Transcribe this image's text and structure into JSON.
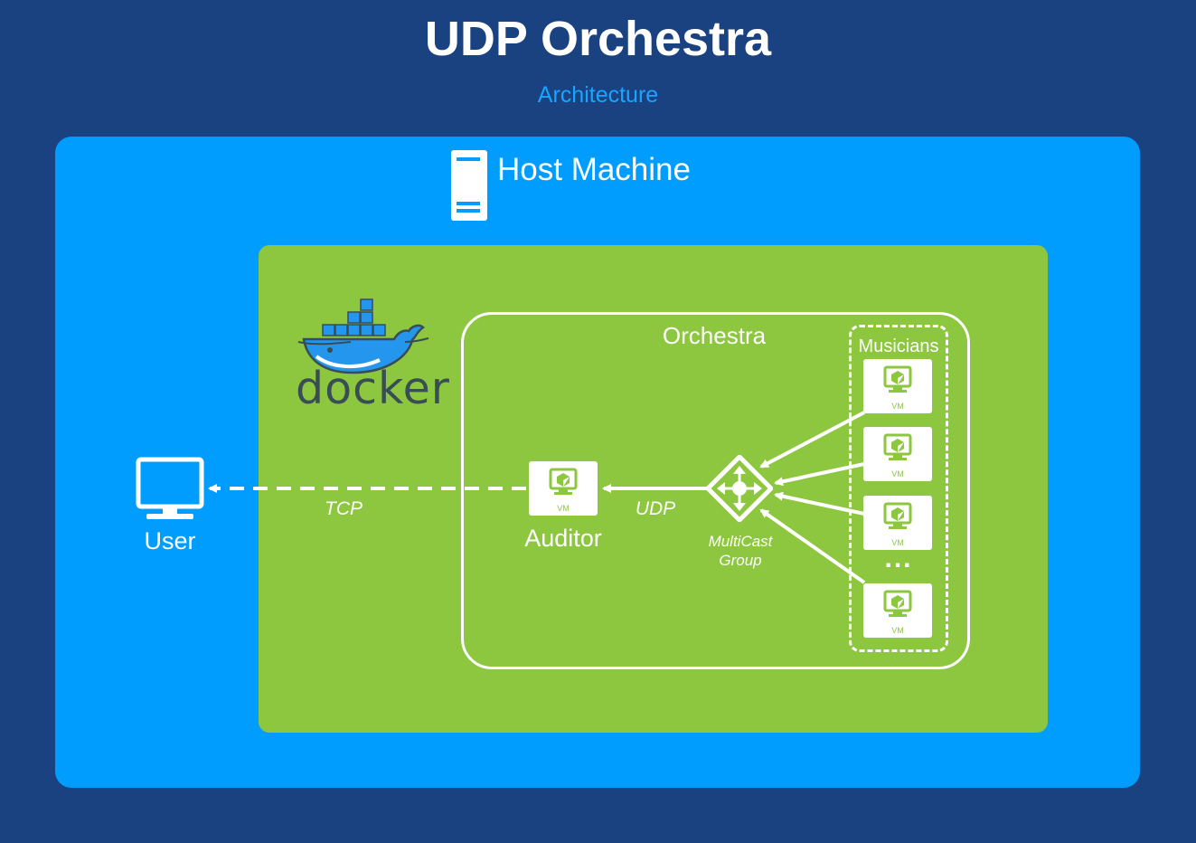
{
  "title": "UDP Orchestra",
  "subtitle": "Architecture",
  "host": {
    "label": "Host Machine",
    "icon": "server-icon"
  },
  "docker": {
    "label": "docker",
    "icon": "docker-whale-icon"
  },
  "orchestra": {
    "label": "Orchestra"
  },
  "musicians": {
    "label": "Musicians",
    "vm_label": "VM",
    "count_shown": 4,
    "ellipsis": "..."
  },
  "user": {
    "label": "User",
    "icon": "monitor-icon"
  },
  "auditor": {
    "label": "Auditor",
    "vm_label": "VM"
  },
  "multicast": {
    "line1": "MultiCast",
    "line2": "Group",
    "icon": "router-icon"
  },
  "connections": {
    "tcp": "TCP",
    "udp": "UDP"
  },
  "colors": {
    "background": "#1a4280",
    "host": "#009dff",
    "docker": "#8dc63f",
    "accent_text": "#1aa3ff",
    "white": "#ffffff"
  }
}
